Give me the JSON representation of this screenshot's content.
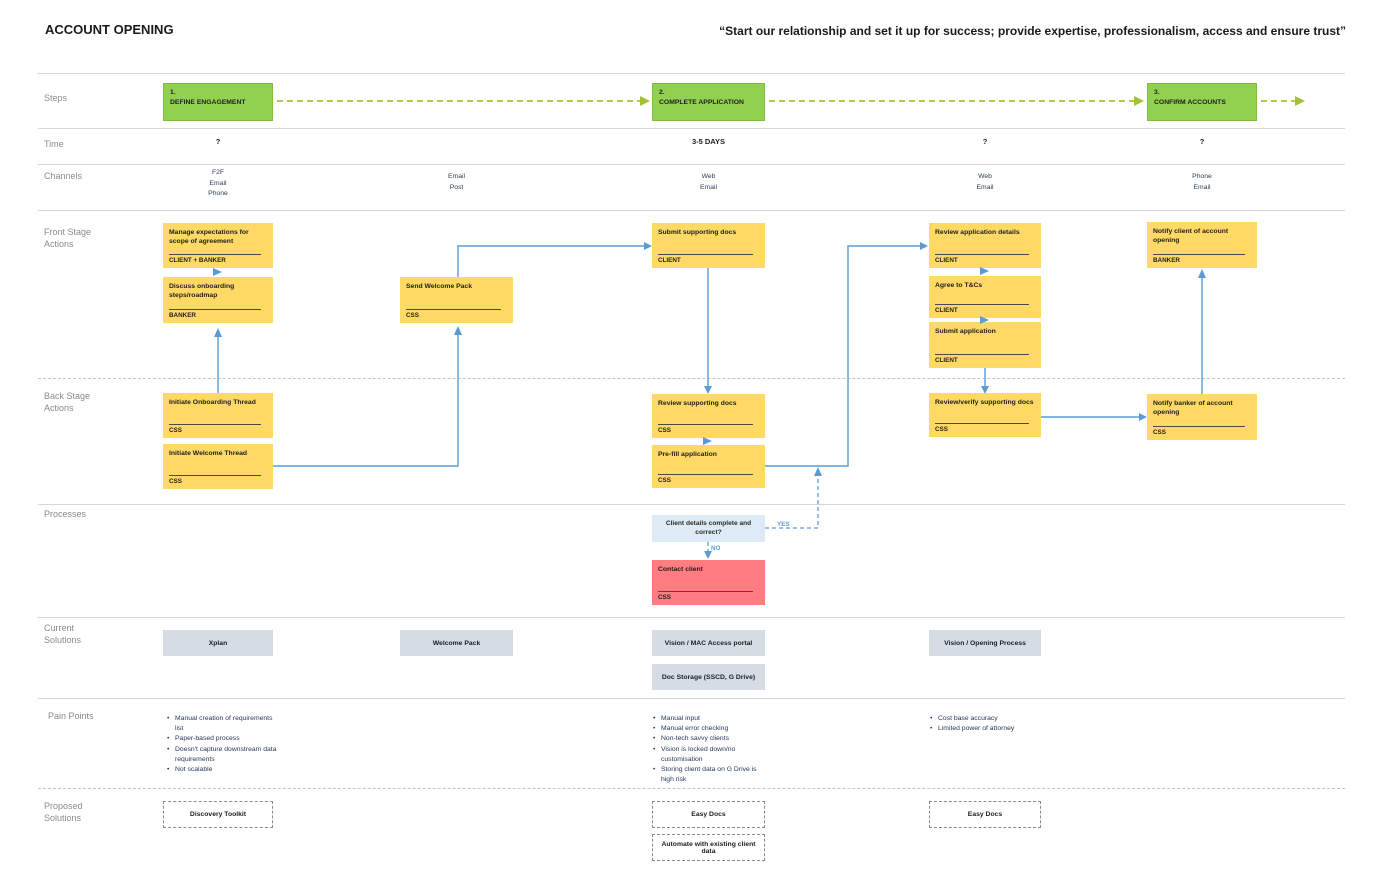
{
  "header": {
    "title": "ACCOUNT OPENING",
    "quote": "“Start our relationship and set it up for success; provide expertise, professionalism, access and ensure trust”"
  },
  "row_labels": {
    "steps": "Steps",
    "time": "Time",
    "channels": "Channels",
    "front": "Front Stage\nActions",
    "back": "Back Stage\nActions",
    "processes": "Processes",
    "current": "Current\nSolutions",
    "pain": "Pain Points",
    "proposed": "Proposed\nSolutions"
  },
  "steps": {
    "items": [
      {
        "num": "1.",
        "label": "DEFINE ENGAGEMENT"
      },
      {
        "num": "2.",
        "label": "COMPLETE APPLICATION"
      },
      {
        "num": "3.",
        "label": "CONFIRM ACCOUNTS"
      }
    ]
  },
  "time": {
    "values": [
      "?",
      "3-5 DAYS",
      "?",
      "?"
    ]
  },
  "channels": {
    "cols": [
      "F2F\nEmail\nPhone",
      "Email\nPost",
      "Web\nEmail",
      "Web\nEmail",
      "Phone\nEmail"
    ]
  },
  "front_stage": {
    "boxes": [
      {
        "title": "Manage expectations for scope of agreement",
        "actor": "CLIENT + BANKER"
      },
      {
        "title": "Discuss onboarding steps/roadmap",
        "actor": "BANKER"
      },
      {
        "title": "Send Welcome Pack",
        "actor": "CSS"
      },
      {
        "title": "Submit supporting docs",
        "actor": "CLIENT"
      },
      {
        "title": "Review application details",
        "actor": "CLIENT"
      },
      {
        "title": "Agree to T&Cs",
        "actor": "CLIENT"
      },
      {
        "title": "Submit application",
        "actor": "CLIENT"
      },
      {
        "title": "Notify client of account opening",
        "actor": "BANKER"
      }
    ]
  },
  "back_stage": {
    "boxes": [
      {
        "title": "Initiate Onboarding Thread",
        "actor": "CSS"
      },
      {
        "title": "Initiate Welcome Thread",
        "actor": "CSS"
      },
      {
        "title": "Review supporting docs",
        "actor": "CSS"
      },
      {
        "title": "Pre-fill application",
        "actor": "CSS"
      },
      {
        "title": "Review/verify supporting docs",
        "actor": "CSS"
      },
      {
        "title": "Notify banker of account opening",
        "actor": "CSS"
      }
    ]
  },
  "processes": {
    "decision": "Client details complete and correct?",
    "yes_label": "YES",
    "no_label": "NO",
    "contact": {
      "title": "Contact client",
      "actor": "CSS"
    }
  },
  "current_solutions": {
    "boxes": [
      "Xplan",
      "Welcome Pack",
      "Vision / MAC Access portal",
      "Doc Storage (SSCD, G Drive)",
      "Vision / Opening Process"
    ]
  },
  "pain_points": {
    "col1": [
      "Manual creation of requirements list",
      "Paper-based process",
      "Doesn't capture downstream data requirements",
      "Not scalable"
    ],
    "col3": [
      "Manual input",
      "Manual error checking",
      "Non-tech savvy clients",
      "Vision is locked down/no customisation",
      "Storing client data on G Drive is high risk"
    ],
    "col4": [
      "Cost base accuracy",
      "Limited power of attorney"
    ]
  },
  "proposed_solutions": {
    "boxes": [
      "Discovery Toolkit",
      "Easy Docs",
      "Automate with existing client data",
      "Easy Docs"
    ]
  },
  "colors": {
    "green": "#92D050",
    "green_dash": "#A3C232",
    "yellow": "#FFD966",
    "blue": "#5B9BD5",
    "red": "#FF7C80",
    "gray_solution": "#D6DCE4",
    "decision_blue": "#DEEAF6"
  }
}
